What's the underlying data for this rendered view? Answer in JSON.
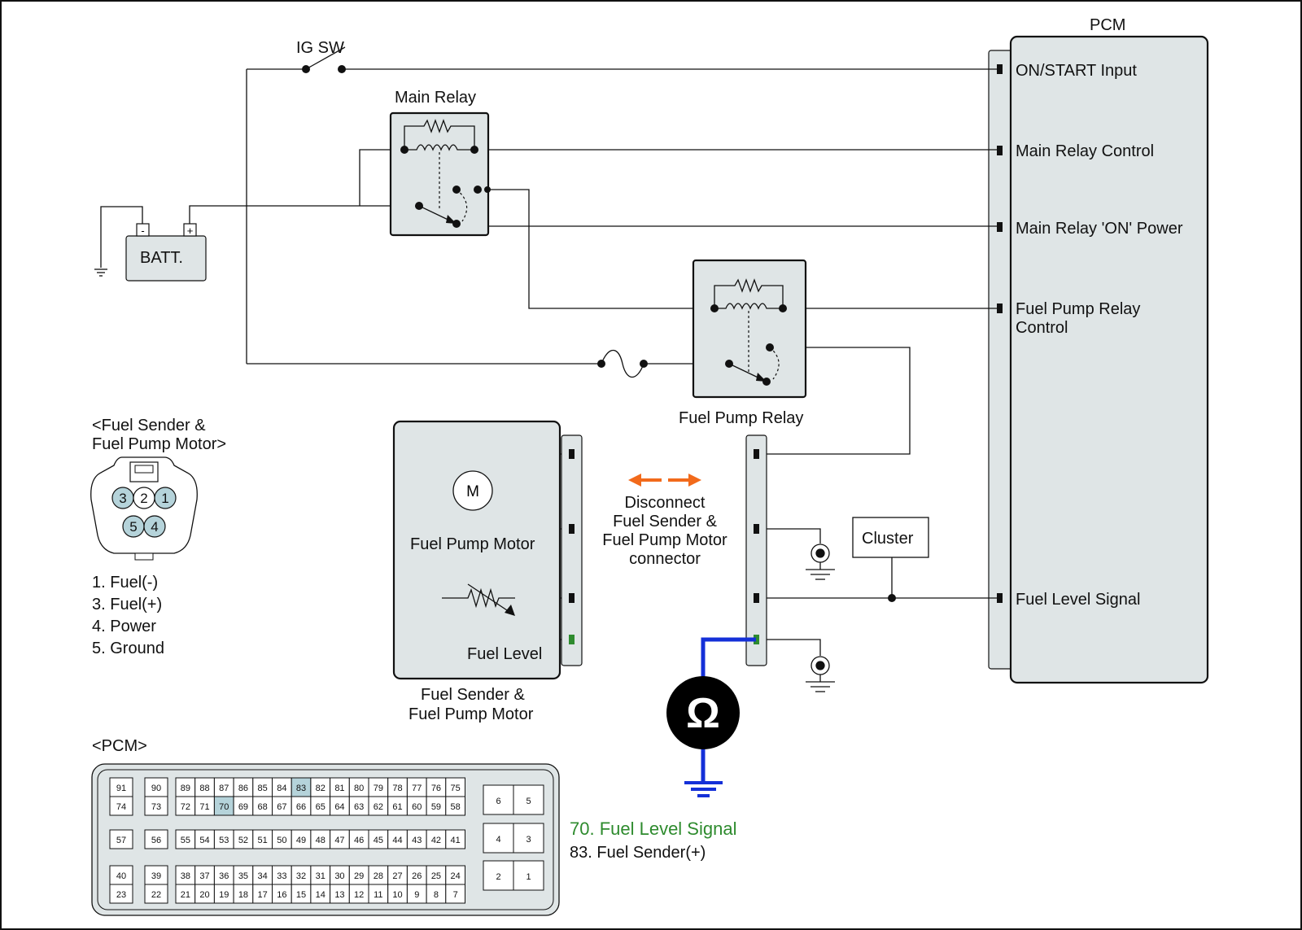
{
  "components": {
    "ig_switch": "IG SW",
    "main_relay": "Main Relay",
    "battery": "BATT.",
    "battery_neg": "-",
    "battery_pos": "+",
    "pcm": "PCM",
    "fuel_pump_relay": "Fuel Pump Relay",
    "cluster": "Cluster",
    "motor_symbol": "M",
    "fuel_pump_motor": "Fuel Pump Motor",
    "fuel_level": "Fuel Level",
    "sender_line1": "Fuel Sender &",
    "sender_line2": "Fuel Pump Motor",
    "ohmmeter_symbol": "Ω"
  },
  "pcm_inputs": {
    "on_start": "ON/START Input",
    "main_relay_control": "Main Relay Control",
    "main_relay_on_power": "Main Relay 'ON' Power",
    "fuel_pump_relay_control_1": "Fuel Pump Relay",
    "fuel_pump_relay_control_2": "Control",
    "fuel_level_signal": "Fuel Level Signal"
  },
  "instruction": {
    "line1": "Disconnect",
    "line2": "Fuel Sender &",
    "line3": "Fuel Pump Motor",
    "line4": "connector",
    "arrow_color": "#f26a1b"
  },
  "connector_view": {
    "title_line1": "<Fuel Sender &",
    "title_line2": "Fuel Pump Motor>",
    "pins": [
      "3",
      "2",
      "1",
      "5",
      "4"
    ],
    "highlighted_pins": [
      "3",
      "1",
      "5",
      "4"
    ],
    "legend": [
      "1. Fuel(-)",
      "3. Fuel(+)",
      "4. Power",
      "5. Ground"
    ]
  },
  "pcm_connector": {
    "title": "<PCM>",
    "rows": [
      {
        "left": [
          "91",
          "74"
        ],
        "mid": [
          "90",
          "73"
        ],
        "top": [
          "89",
          "88",
          "87",
          "86",
          "85",
          "84",
          "83",
          "82",
          "81",
          "80",
          "79",
          "78",
          "77",
          "76",
          "75"
        ],
        "bottom": [
          "72",
          "71",
          "70",
          "69",
          "68",
          "67",
          "66",
          "65",
          "64",
          "63",
          "62",
          "61",
          "60",
          "59",
          "58"
        ]
      },
      {
        "left": [
          "57"
        ],
        "mid": [
          "56"
        ],
        "top": [
          "55",
          "54",
          "53",
          "52",
          "51",
          "50",
          "49",
          "48",
          "47",
          "46",
          "45",
          "44",
          "43",
          "42",
          "41"
        ]
      },
      {
        "left": [
          "40",
          "23"
        ],
        "mid": [
          "39",
          "22"
        ],
        "top": [
          "38",
          "37",
          "36",
          "35",
          "34",
          "33",
          "32",
          "31",
          "30",
          "29",
          "28",
          "27",
          "26",
          "25",
          "24"
        ],
        "bottom": [
          "21",
          "20",
          "19",
          "18",
          "17",
          "16",
          "15",
          "14",
          "13",
          "12",
          "11",
          "10",
          "9",
          "8",
          "7"
        ]
      }
    ],
    "right_blocks": [
      [
        "6",
        "5"
      ],
      [
        "4",
        "3"
      ],
      [
        "2",
        "1"
      ]
    ],
    "highlighted": [
      "83",
      "70"
    ],
    "legend_highlight": "70. Fuel Level Signal",
    "legend_other": "83. Fuel Sender(+)",
    "highlight_text_color": "#2e8b2e",
    "highlight_fill": "#b5d3da"
  },
  "colors": {
    "panel_fill": "#dfe5e6",
    "meter_lead": "#1430d8",
    "signal_pin": "#2e8b2e"
  }
}
